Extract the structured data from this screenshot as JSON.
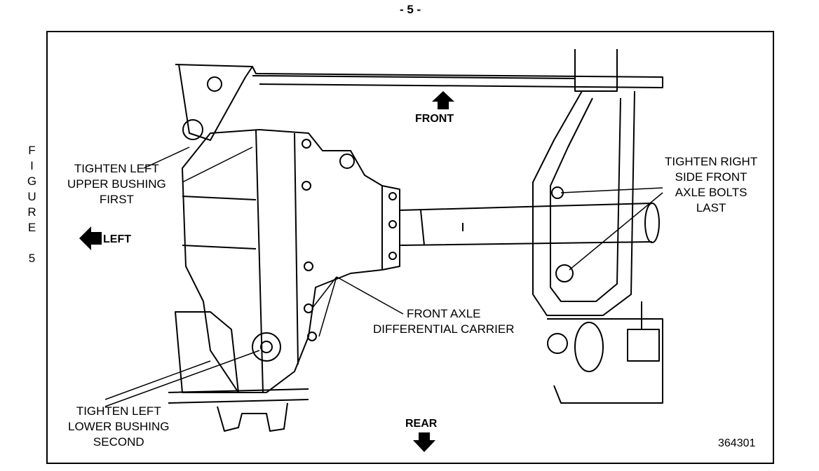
{
  "page_number": "- 5 -",
  "figure_label": [
    "F",
    "I",
    "G",
    "U",
    "R",
    "E",
    "",
    "5"
  ],
  "directions": {
    "front": "FRONT",
    "rear": "REAR",
    "left": "LEFT"
  },
  "callouts": {
    "left_upper": [
      "TIGHTEN LEFT",
      "UPPER BUSHING",
      "FIRST"
    ],
    "left_lower": [
      "TIGHTEN LEFT",
      "LOWER BUSHING",
      "SECOND"
    ],
    "right_front": [
      "TIGHTEN RIGHT",
      "SIDE FRONT",
      "AXLE BOLTS",
      "LAST"
    ],
    "carrier": [
      "FRONT AXLE",
      "DIFFERENTIAL CARRIER"
    ]
  },
  "figure_number": "364301",
  "arrow_icons": [
    "arrow-up-icon",
    "arrow-down-icon",
    "arrow-left-icon"
  ]
}
